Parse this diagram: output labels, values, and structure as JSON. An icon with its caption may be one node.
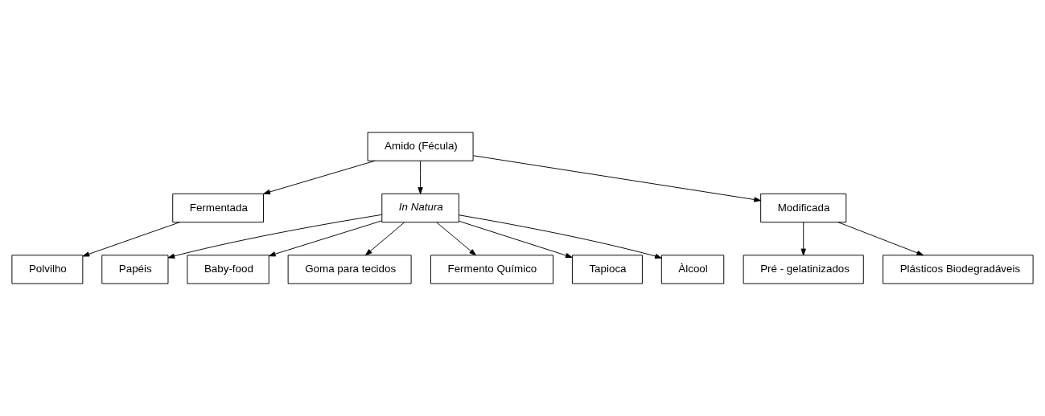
{
  "diagram": {
    "nodes": [
      {
        "text": [
          "Amido (Fécula)"
        ]
      },
      {
        "text": [
          "Fermentada"
        ]
      },
      {
        "text": [
          "In Natura"
        ]
      },
      {
        "text": [
          "Modificada"
        ]
      },
      {
        "text": [
          "Polvilho"
        ]
      },
      {
        "text": [
          "Papéis"
        ]
      },
      {
        "text": [
          "Baby-food"
        ]
      },
      {
        "text": [
          "Goma para tecidos"
        ]
      },
      {
        "text": [
          "Fermento Químico"
        ]
      },
      {
        "text": [
          "Tapioca"
        ]
      },
      {
        "text": [
          "Àlcool"
        ]
      },
      {
        "text": [
          "Pré - gelatinizados"
        ]
      },
      {
        "text": [
          "Plásticos Biodegradáveis"
        ]
      }
    ],
    "edges": [
      {
        "from": 0,
        "to": 1,
        "arrow": "to"
      },
      {
        "from": 0,
        "to": 2,
        "arrow": "to"
      },
      {
        "from": 0,
        "to": 3,
        "arrow": "to"
      },
      {
        "from": 1,
        "to": 4,
        "arrow": "to"
      },
      {
        "from": 2,
        "to": 5,
        "arrow": "to"
      },
      {
        "from": 2,
        "to": 6,
        "arrow": "to"
      },
      {
        "from": 2,
        "to": 7,
        "arrow": "to"
      },
      {
        "from": 2,
        "to": 8,
        "arrow": "to"
      },
      {
        "from": 2,
        "to": 9,
        "arrow": "to"
      },
      {
        "from": 2,
        "to": 10,
        "arrow": "to"
      },
      {
        "from": 3,
        "to": 11,
        "arrow": "to"
      },
      {
        "from": 3,
        "to": 12,
        "arrow": "to"
      }
    ]
  }
}
